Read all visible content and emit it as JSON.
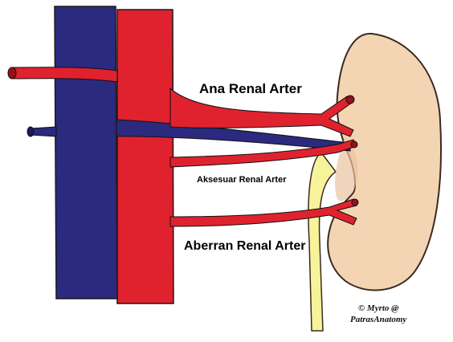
{
  "labels": {
    "main_renal_artery": "Ana Renal Arter",
    "accessory_renal_artery": "Aksesuar Renal Arter",
    "aberrant_renal_artery": "Aberran Renal Arter"
  },
  "credit": {
    "line1": "© Myrto @",
    "line2": "PatrasAnatomy"
  },
  "colors": {
    "vein": "#2b2a7e",
    "artery": "#e0222f",
    "artery_dark": "#b0131f",
    "kidney": "#f3d5b4",
    "kidney_outline": "#3a2a20",
    "ureter": "#f7f39a",
    "background": "#ffffff"
  },
  "icons": {
    "ivc": "inferior-vena-cava-shape",
    "aorta": "aorta-shape",
    "kidney": "kidney-shape",
    "ureter": "ureter-shape"
  }
}
